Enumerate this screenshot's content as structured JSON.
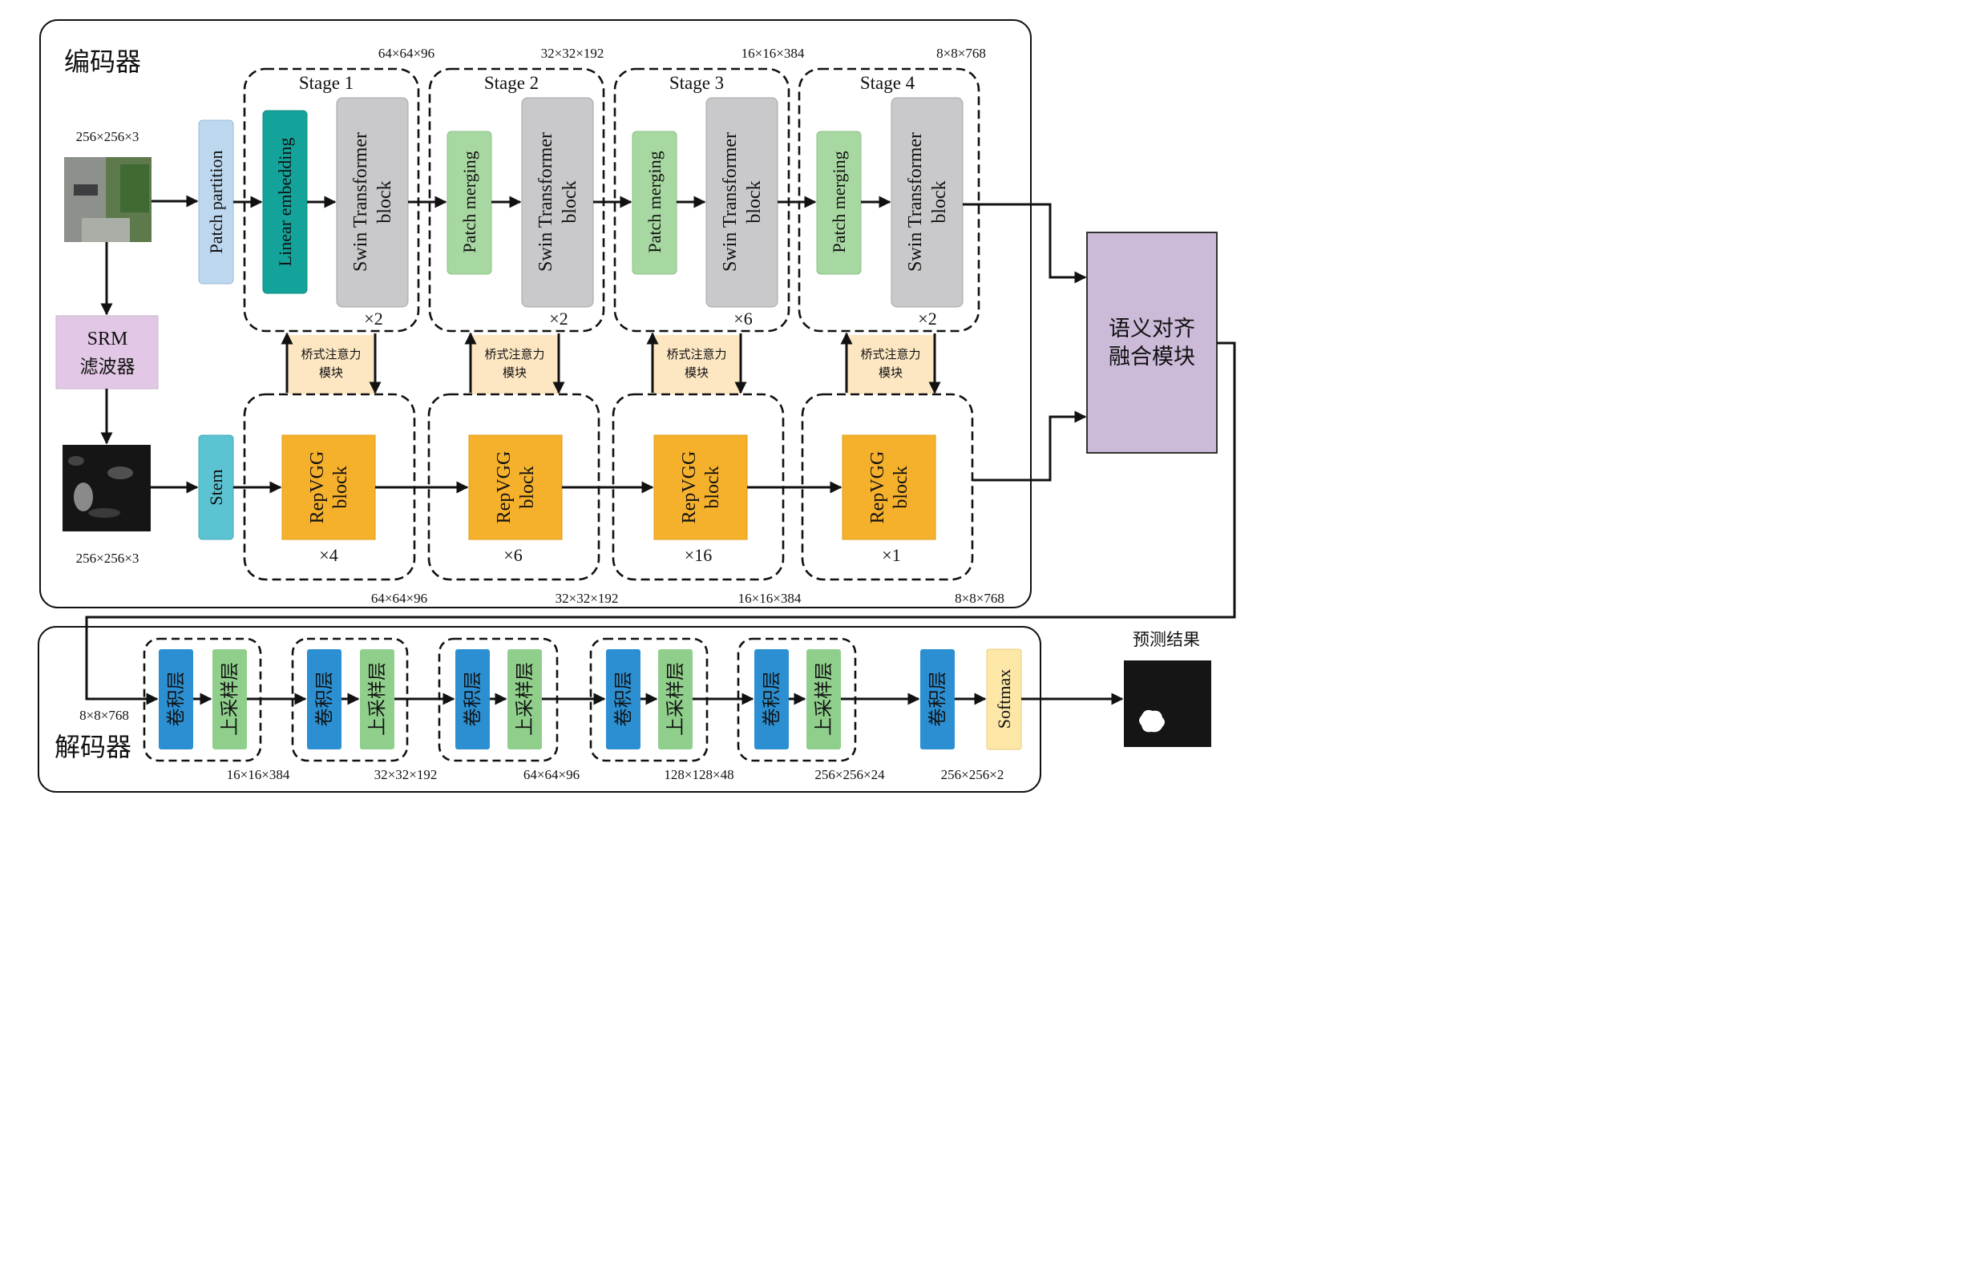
{
  "encoder": {
    "title": "编码器",
    "input_size": "256×256×3",
    "srm_size": "256×256×3",
    "srm": {
      "line1": "SRM",
      "line2": "滤波器"
    },
    "patch_partition": "Patch partition",
    "linear_embedding": "Linear embedding",
    "stem": "Stem",
    "stages": [
      {
        "title": "Stage 1",
        "dim": "64×64×96",
        "first": "",
        "swin_l1": "Swin Transformer",
        "swin_l2": "block",
        "swin_repeat": "×2",
        "bam_l1": "桥式注意力",
        "bam_l2": "模块",
        "rep_l1": "RepVGG",
        "rep_l2": "block",
        "rep_repeat": "×4",
        "rep_dim": "64×64×96"
      },
      {
        "title": "Stage 2",
        "dim": "32×32×192",
        "first": "Patch merging",
        "swin_l1": "Swin Transformer",
        "swin_l2": "block",
        "swin_repeat": "×2",
        "bam_l1": "桥式注意力",
        "bam_l2": "模块",
        "rep_l1": "RepVGG",
        "rep_l2": "block",
        "rep_repeat": "×6",
        "rep_dim": "32×32×192"
      },
      {
        "title": "Stage 3",
        "dim": "16×16×384",
        "first": "Patch merging",
        "swin_l1": "Swin Transformer",
        "swin_l2": "block",
        "swin_repeat": "×6",
        "bam_l1": "桥式注意力",
        "bam_l2": "模块",
        "rep_l1": "RepVGG",
        "rep_l2": "block",
        "rep_repeat": "×16",
        "rep_dim": "16×16×384"
      },
      {
        "title": "Stage 4",
        "dim": "8×8×768",
        "first": "Patch merging",
        "swin_l1": "Swin Transformer",
        "swin_l2": "block",
        "swin_repeat": "×2",
        "bam_l1": "桥式注意力",
        "bam_l2": "模块",
        "rep_l1": "RepVGG",
        "rep_l2": "block",
        "rep_repeat": "×1",
        "rep_dim": "8×8×768"
      }
    ]
  },
  "fusion": {
    "line1": "语义对齐",
    "line2": "融合模块"
  },
  "decoder": {
    "title": "解码器",
    "input_dim": "8×8×768",
    "blocks": [
      {
        "conv": "卷积层",
        "up": "上采样层",
        "dim": "16×16×384"
      },
      {
        "conv": "卷积层",
        "up": "上采样层",
        "dim": "32×32×192"
      },
      {
        "conv": "卷积层",
        "up": "上采样层",
        "dim": "64×64×96"
      },
      {
        "conv": "卷积层",
        "up": "上采样层",
        "dim": "128×128×48"
      },
      {
        "conv": "卷积层",
        "up": "上采样层",
        "dim": "256×256×24"
      }
    ],
    "final_conv": "卷积层",
    "softmax": "Softmax",
    "final_dim": "256×256×2"
  },
  "result": {
    "title": "预测结果"
  },
  "colors": {
    "patch_partition": "#bcd7ee",
    "linear_embedding": "#14a39a",
    "swin": "#c9c9cb",
    "merging": "#a8d8a2",
    "srm": "#e2c8e6",
    "stem": "#5cc3d3",
    "bam": "#fde7c3",
    "repvgg": "#f6b12c",
    "fusion": "#cbbad8",
    "conv": "#2b8fd2",
    "upsample": "#8fcf8b",
    "softmax": "#fde7a6"
  }
}
